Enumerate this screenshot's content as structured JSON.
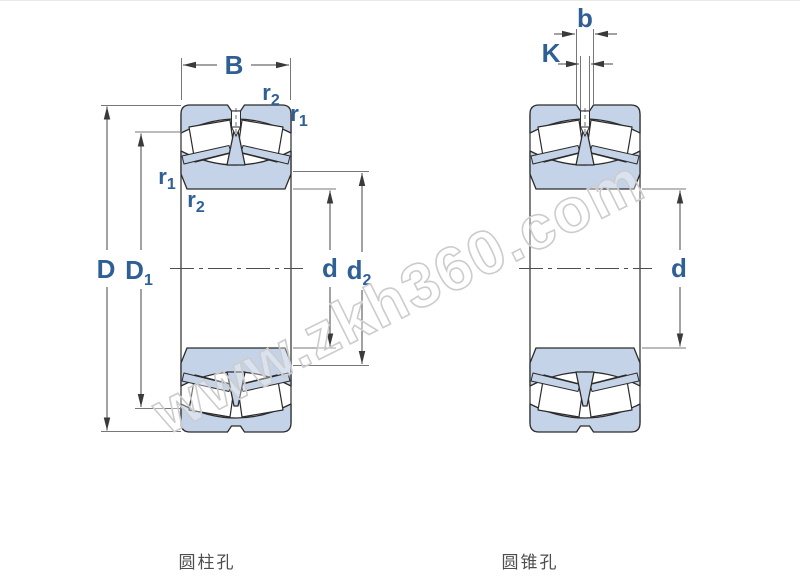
{
  "diagram": {
    "watermark": "www.zkh360.com",
    "captions": {
      "left": "圆柱孔",
      "right": "圆锥孔"
    },
    "left_view": {
      "width_label": "B",
      "outer_diameter": "D",
      "shoulder_diameter": {
        "main": "D",
        "sub": "1"
      },
      "bore_diameter": "d",
      "recess_diameter": {
        "main": "d",
        "sub": "2"
      },
      "corner_radius_top_r2": {
        "main": "r",
        "sub": "2"
      },
      "corner_radius_top_r1": {
        "main": "r",
        "sub": "1"
      },
      "corner_radius_side_r1": {
        "main": "r",
        "sub": "1"
      },
      "corner_radius_side_r2": {
        "main": "r",
        "sub": "2"
      }
    },
    "right_view": {
      "groove_width": "b",
      "hole_diameter": "K",
      "bore_diameter": "d"
    },
    "colors": {
      "bearing_fill": "#c5d3e8",
      "outline": "#2b2b2b",
      "dimension_line": "#444444",
      "extension_line": "#777777",
      "label_blue": "#2e6095",
      "watermark_gray": "#cccccc",
      "caption_gray": "#4d4d4d",
      "background": "#ffffff"
    }
  }
}
